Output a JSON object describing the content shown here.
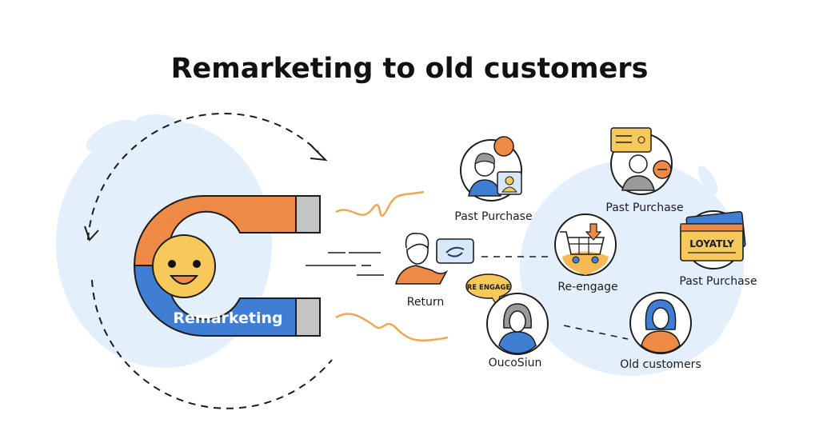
{
  "title": "Remarketing to old customers",
  "magnet_label": "Remarketing",
  "nodes": {
    "return": "Return",
    "past_purchase_1": "Past Purchase",
    "past_purchase_2": "Past Purchase",
    "re_engage": "Re-engage",
    "loyalty_label": "Past Purchase",
    "ouco": "OucoSiun",
    "old_customers": "Old customers"
  },
  "badges": {
    "loyalty_card": "LOYATLY",
    "re_engage_bubble": "RE ENGAGE"
  },
  "colors": {
    "orange": "#EE8A45",
    "blue": "#3F7ED3",
    "yellow": "#F7C95A",
    "light_blue": "#E3EFFB",
    "gray": "#C4C4C4"
  }
}
